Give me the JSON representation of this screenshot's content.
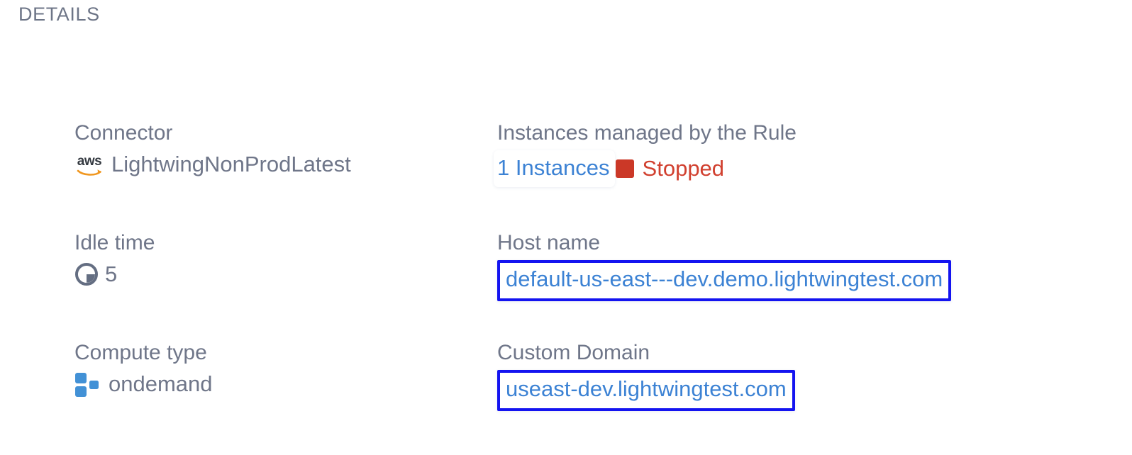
{
  "section": {
    "title": "DETAILS"
  },
  "colors": {
    "label": "#6f7689",
    "value": "#6f7689",
    "link": "#3c82d4",
    "highlight_border": "#1414f0",
    "status_stopped": "#d1402f",
    "status_swatch": "#cb3827",
    "compute_icon": "#4291d6",
    "aws_swoosh": "#f0971f"
  },
  "details": {
    "rows": [
      {
        "left": {
          "label": "Connector",
          "icon": "aws-logo-icon",
          "value": "LightwingNonProdLatest"
        },
        "right": {
          "label": "Instances managed by the Rule",
          "link": "1 Instances",
          "status_icon": "status-square-icon",
          "status": "Stopped"
        }
      },
      {
        "left": {
          "label": "Idle time",
          "icon": "clock-icon",
          "value": "5"
        },
        "right": {
          "label": "Host name",
          "link": "default-us-east---dev.demo.lightwingtest.com"
        }
      },
      {
        "left": {
          "label": "Compute type",
          "icon": "compute-nodes-icon",
          "value": "ondemand"
        },
        "right": {
          "label": "Custom Domain",
          "link": "useast-dev.lightwingtest.com"
        }
      }
    ]
  }
}
